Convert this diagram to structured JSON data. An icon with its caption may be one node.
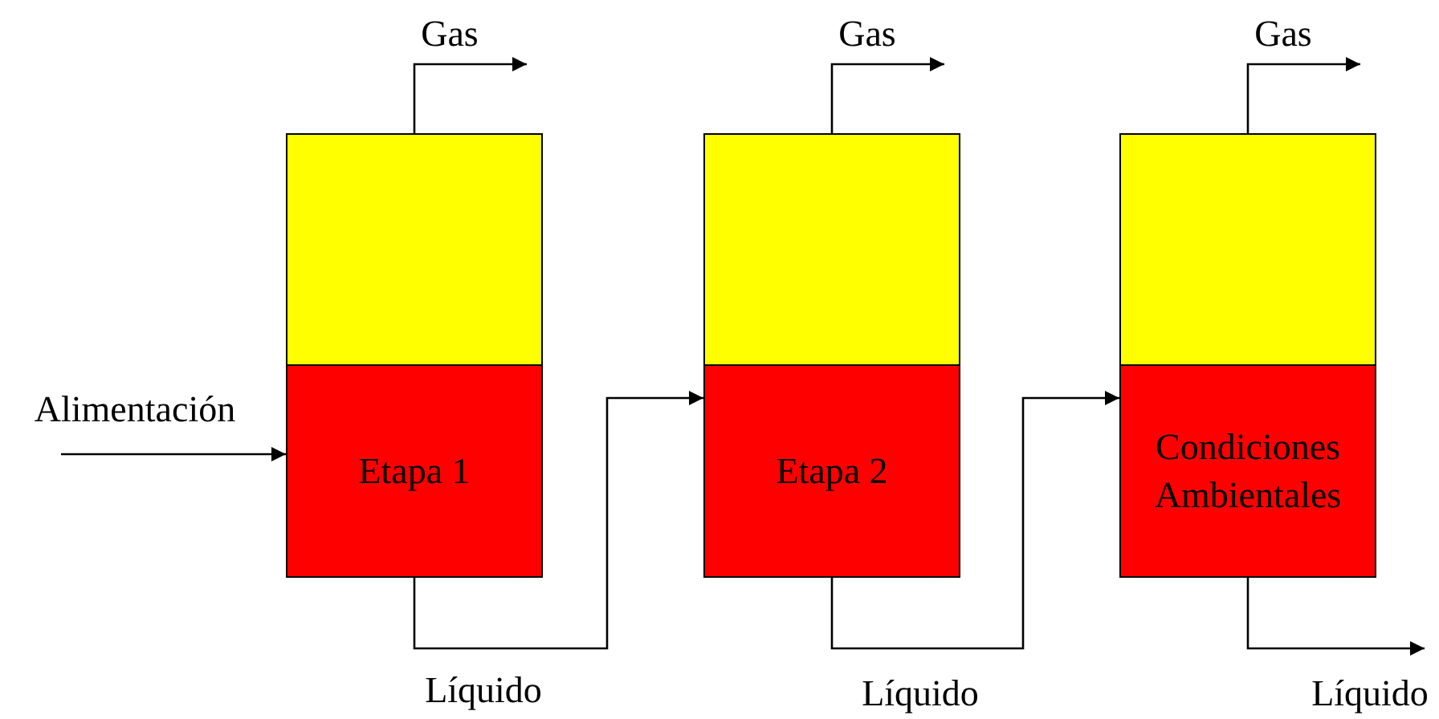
{
  "diagram": {
    "nodes": [
      {
        "text": [],
        "shape": "box"
      },
      {
        "text": [
          "Etapa 1"
        ]
      },
      {
        "text": [],
        "shape": "box"
      },
      {
        "text": [
          "Etapa 2"
        ]
      },
      {
        "text": [],
        "shape": "box"
      },
      {
        "text": [
          "Condiciones Ambientales"
        ]
      }
    ],
    "edges": [
      {
        "from": null,
        "to": 1,
        "arrow": "to",
        "label": "Alimentación"
      },
      {
        "from": 0,
        "to": null,
        "arrow": "to",
        "label": "Gas"
      },
      {
        "from": 2,
        "to": null,
        "arrow": "to",
        "label": "Gas"
      },
      {
        "from": 4,
        "to": null,
        "arrow": "to",
        "label": "Gas"
      },
      {
        "from": 1,
        "to": 3,
        "arrow": "to",
        "label": "Líquido"
      },
      {
        "from": 3,
        "to": 5,
        "arrow": "to",
        "label": "Líquido"
      },
      {
        "from": 5,
        "to": null,
        "arrow": "to",
        "label": "Líquido"
      }
    ]
  }
}
